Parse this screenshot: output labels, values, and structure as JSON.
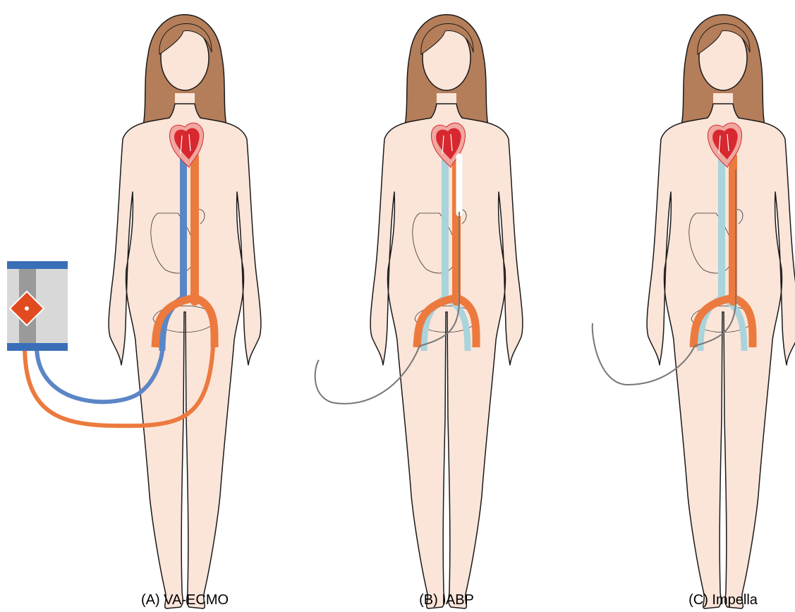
{
  "panels": [
    {
      "id": "A",
      "label": "(A) VA-ECMO",
      "device": "ecmo"
    },
    {
      "id": "B",
      "label": "(B) IABP",
      "device": "iabp"
    },
    {
      "id": "C",
      "label": "(C) Impella",
      "device": "impella"
    }
  ],
  "colors": {
    "skin": "#fbe4d8",
    "outline": "#1a1a1a",
    "hair": "#b47e5a",
    "artery": "#ec7a3e",
    "vein_light": "#a9d4dc",
    "vein_blue": "#5b86c6",
    "heart_red": "#d7282f",
    "heart_pink": "#f0a7a0",
    "pump_frame": "#3a6fb8",
    "pump_body": "#d8d8d8",
    "pump_core": "#e24a1f",
    "catheter": "#777777"
  }
}
